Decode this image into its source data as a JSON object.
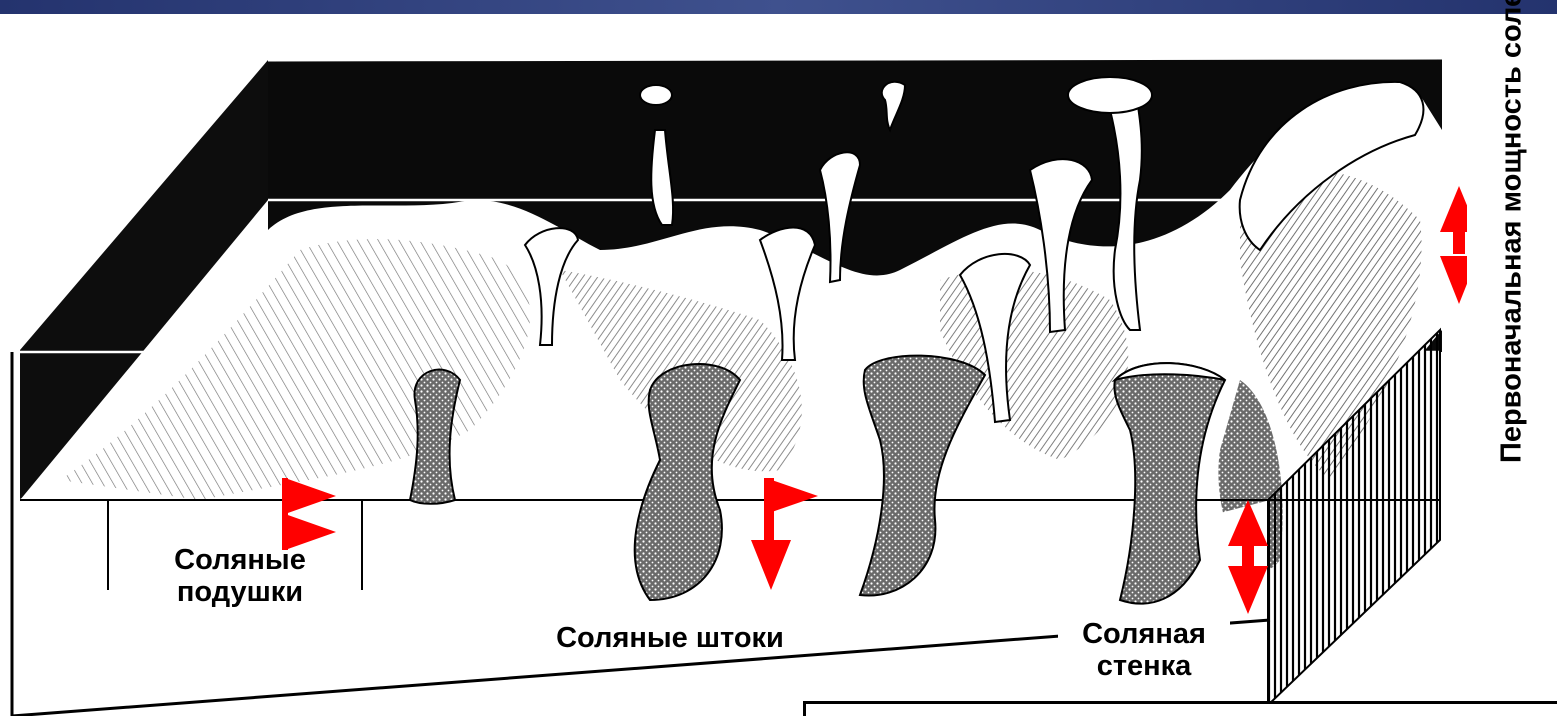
{
  "labels": {
    "salt_pillows": "Соляные подушки",
    "salt_stocks": "Соляные штоки",
    "salt_wall": "Соляная стенка",
    "initial_thickness": "Первоначальная мощность солей"
  },
  "colors": {
    "header_bar": "#2f3f7f",
    "arrow_red": "#ff0000",
    "ink": "#000000",
    "paper": "#ffffff"
  },
  "icons": [
    "up-down-arrow-icon",
    "flag-arrow-icon"
  ]
}
